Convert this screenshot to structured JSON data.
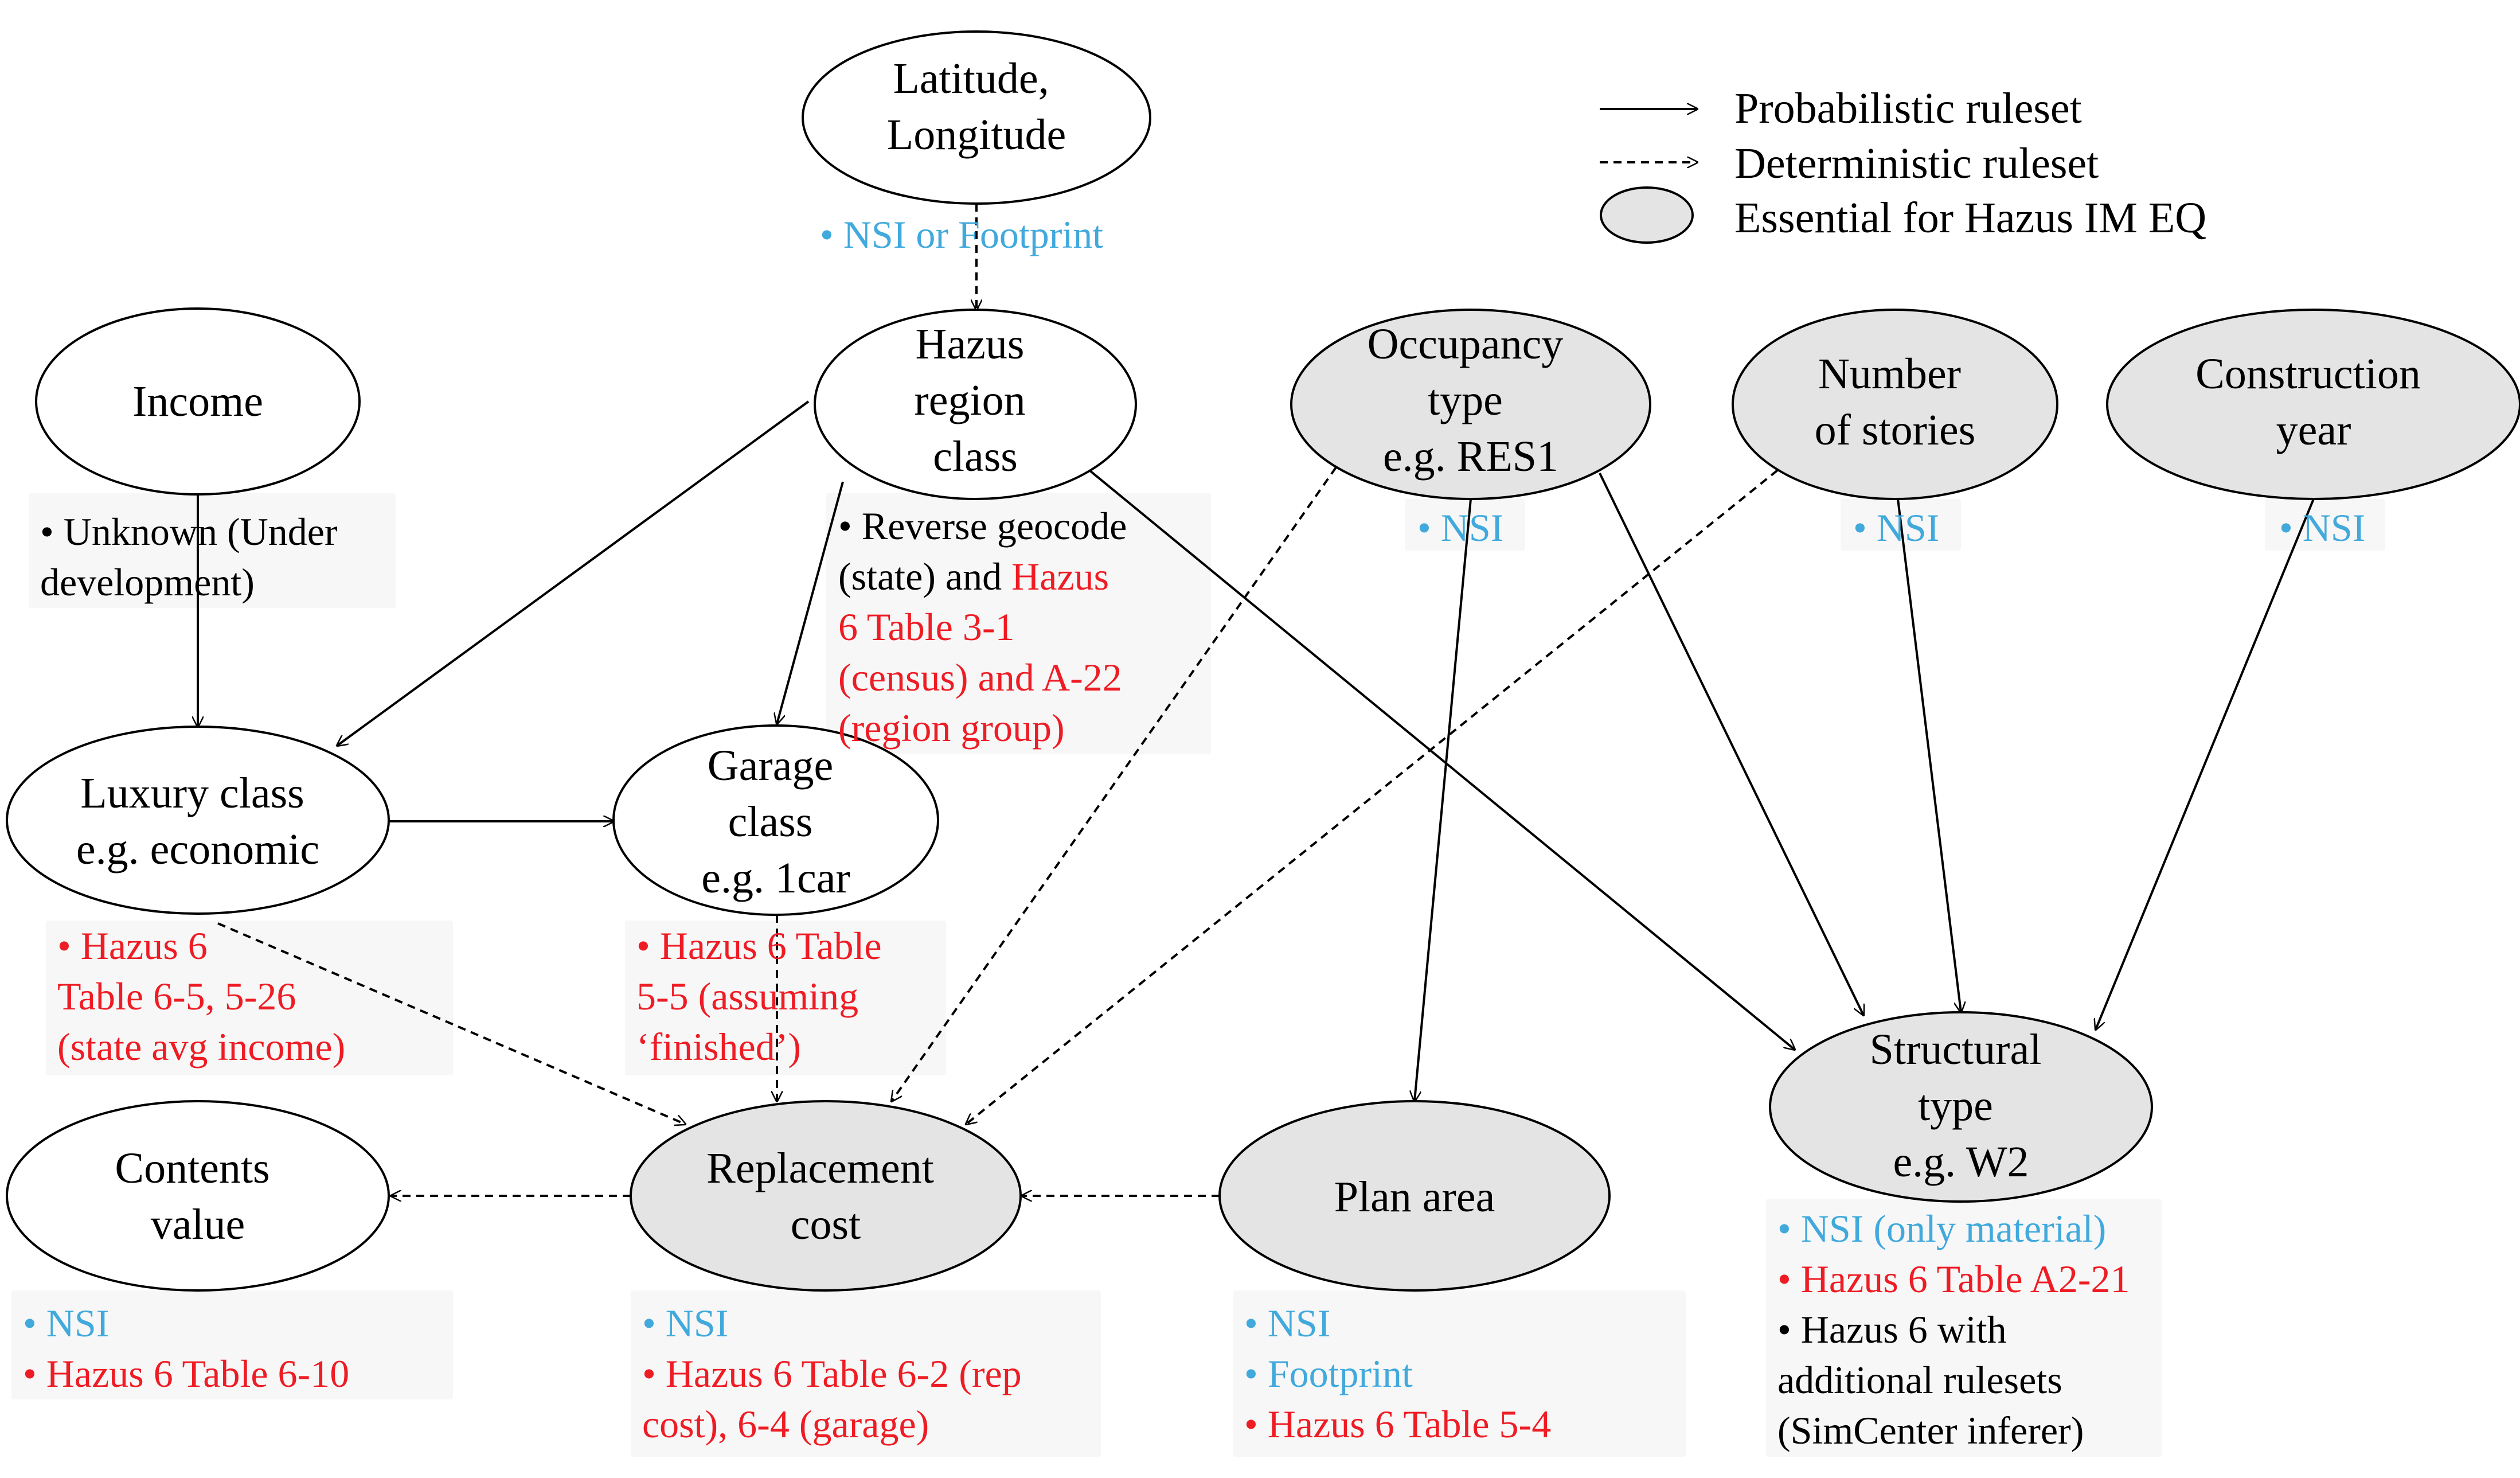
{
  "legend": {
    "probabilistic": "Probabilistic ruleset",
    "deterministic": "Deterministic ruleset",
    "essential": "Essential for Hazus IM EQ"
  },
  "colors": {
    "nsi_blue": "#41a9dc",
    "hazus_red": "#ee1c24",
    "essential_fill": "#e4e4e4",
    "note_background": "#f7f7f7"
  },
  "nodes": {
    "latlon": {
      "lines": [
        "Latitude,",
        "Longitude"
      ],
      "essential": false
    },
    "region": {
      "lines": [
        "Hazus",
        "region",
        "class"
      ],
      "essential": false
    },
    "income": {
      "lines": [
        "Income"
      ],
      "essential": false
    },
    "occupancy": {
      "lines": [
        "Occupancy",
        "type",
        "e.g. RES1"
      ],
      "essential": true
    },
    "stories": {
      "lines": [
        "Number",
        "of stories"
      ],
      "essential": true
    },
    "year": {
      "lines": [
        "Construction",
        "year"
      ],
      "essential": true
    },
    "luxury": {
      "lines": [
        "Luxury class",
        "e.g. economic"
      ],
      "essential": false
    },
    "garage": {
      "lines": [
        "Garage",
        "class",
        "e.g. 1car"
      ],
      "essential": false
    },
    "structural": {
      "lines": [
        "Structural",
        "type",
        "e.g. W2"
      ],
      "essential": true
    },
    "contents": {
      "lines": [
        "Contents",
        "value"
      ],
      "essential": false
    },
    "replacement": {
      "lines": [
        "Replacement",
        "cost"
      ],
      "essential": true
    },
    "planarea": {
      "lines": [
        "Plan area"
      ],
      "essential": true
    }
  },
  "notes": {
    "latlon": [
      [
        {
          "text": "• NSI or Footprint",
          "color": "blue"
        }
      ]
    ],
    "income": [
      [
        {
          "text": "• Unknown (Under",
          "color": "black"
        }
      ],
      [
        {
          "text": "development)",
          "color": "black"
        }
      ]
    ],
    "region": [
      [
        {
          "text": "• Reverse geocode",
          "color": "black"
        }
      ],
      [
        {
          "text": "(state) and ",
          "color": "black"
        },
        {
          "text": "Hazus",
          "color": "red"
        }
      ],
      [
        {
          "text": "6 Table 3-1",
          "color": "red"
        }
      ],
      [
        {
          "text": "(census) and A-22",
          "color": "red"
        }
      ],
      [
        {
          "text": "(region group)",
          "color": "red"
        }
      ]
    ],
    "occupancy": [
      [
        {
          "text": "• NSI",
          "color": "blue"
        }
      ]
    ],
    "stories": [
      [
        {
          "text": "• NSI",
          "color": "blue"
        }
      ]
    ],
    "year": [
      [
        {
          "text": "• NSI",
          "color": "blue"
        }
      ]
    ],
    "luxury": [
      [
        {
          "text": "• Hazus 6",
          "color": "red"
        }
      ],
      [
        {
          "text": "Table 6-5, 5-26",
          "color": "red"
        }
      ],
      [
        {
          "text": "(state avg income)",
          "color": "red"
        }
      ]
    ],
    "garage": [
      [
        {
          "text": "• Hazus 6 Table",
          "color": "red"
        }
      ],
      [
        {
          "text": "5-5 (assuming",
          "color": "red"
        }
      ],
      [
        {
          "text": "‘finished’)",
          "color": "red"
        }
      ]
    ],
    "structural": [
      [
        {
          "text": "• NSI (only material)",
          "color": "blue"
        }
      ],
      [
        {
          "text": "• Hazus 6 Table A2-21",
          "color": "red"
        }
      ],
      [
        {
          "text": "• Hazus 6 with",
          "color": "black"
        }
      ],
      [
        {
          "text": "additional rulesets",
          "color": "black"
        }
      ],
      [
        {
          "text": "(SimCenter inferer)",
          "color": "black"
        }
      ]
    ],
    "contents": [
      [
        {
          "text": "• NSI",
          "color": "blue"
        }
      ],
      [
        {
          "text": "• Hazus 6 Table 6-10",
          "color": "red"
        }
      ]
    ],
    "replacement": [
      [
        {
          "text": "• NSI",
          "color": "blue"
        }
      ],
      [
        {
          "text": "• Hazus 6 Table 6-2 (rep",
          "color": "red"
        }
      ],
      [
        {
          "text": "cost), 6-4 (garage)",
          "color": "red"
        }
      ]
    ],
    "planarea": [
      [
        {
          "text": "• NSI",
          "color": "blue"
        }
      ],
      [
        {
          "text": "• Footprint",
          "color": "blue"
        }
      ],
      [
        {
          "text": "• Hazus 6 Table 5-4",
          "color": "red"
        }
      ]
    ]
  },
  "edges": [
    {
      "from": "latlon",
      "to": "region",
      "type": "deterministic"
    },
    {
      "from": "income",
      "to": "luxury",
      "type": "probabilistic"
    },
    {
      "from": "region",
      "to": "luxury",
      "type": "probabilistic"
    },
    {
      "from": "region",
      "to": "garage",
      "type": "probabilistic"
    },
    {
      "from": "region",
      "to": "structural",
      "type": "probabilistic"
    },
    {
      "from": "luxury",
      "to": "garage",
      "type": "probabilistic"
    },
    {
      "from": "luxury",
      "to": "replacement",
      "type": "deterministic"
    },
    {
      "from": "garage",
      "to": "replacement",
      "type": "deterministic"
    },
    {
      "from": "occupancy",
      "to": "replacement",
      "type": "deterministic"
    },
    {
      "from": "stories",
      "to": "replacement",
      "type": "deterministic"
    },
    {
      "from": "occupancy",
      "to": "planarea",
      "type": "probabilistic"
    },
    {
      "from": "occupancy",
      "to": "structural",
      "type": "probabilistic"
    },
    {
      "from": "stories",
      "to": "structural",
      "type": "probabilistic"
    },
    {
      "from": "year",
      "to": "structural",
      "type": "probabilistic"
    },
    {
      "from": "replacement",
      "to": "contents",
      "type": "deterministic"
    },
    {
      "from": "planarea",
      "to": "replacement",
      "type": "deterministic"
    }
  ]
}
